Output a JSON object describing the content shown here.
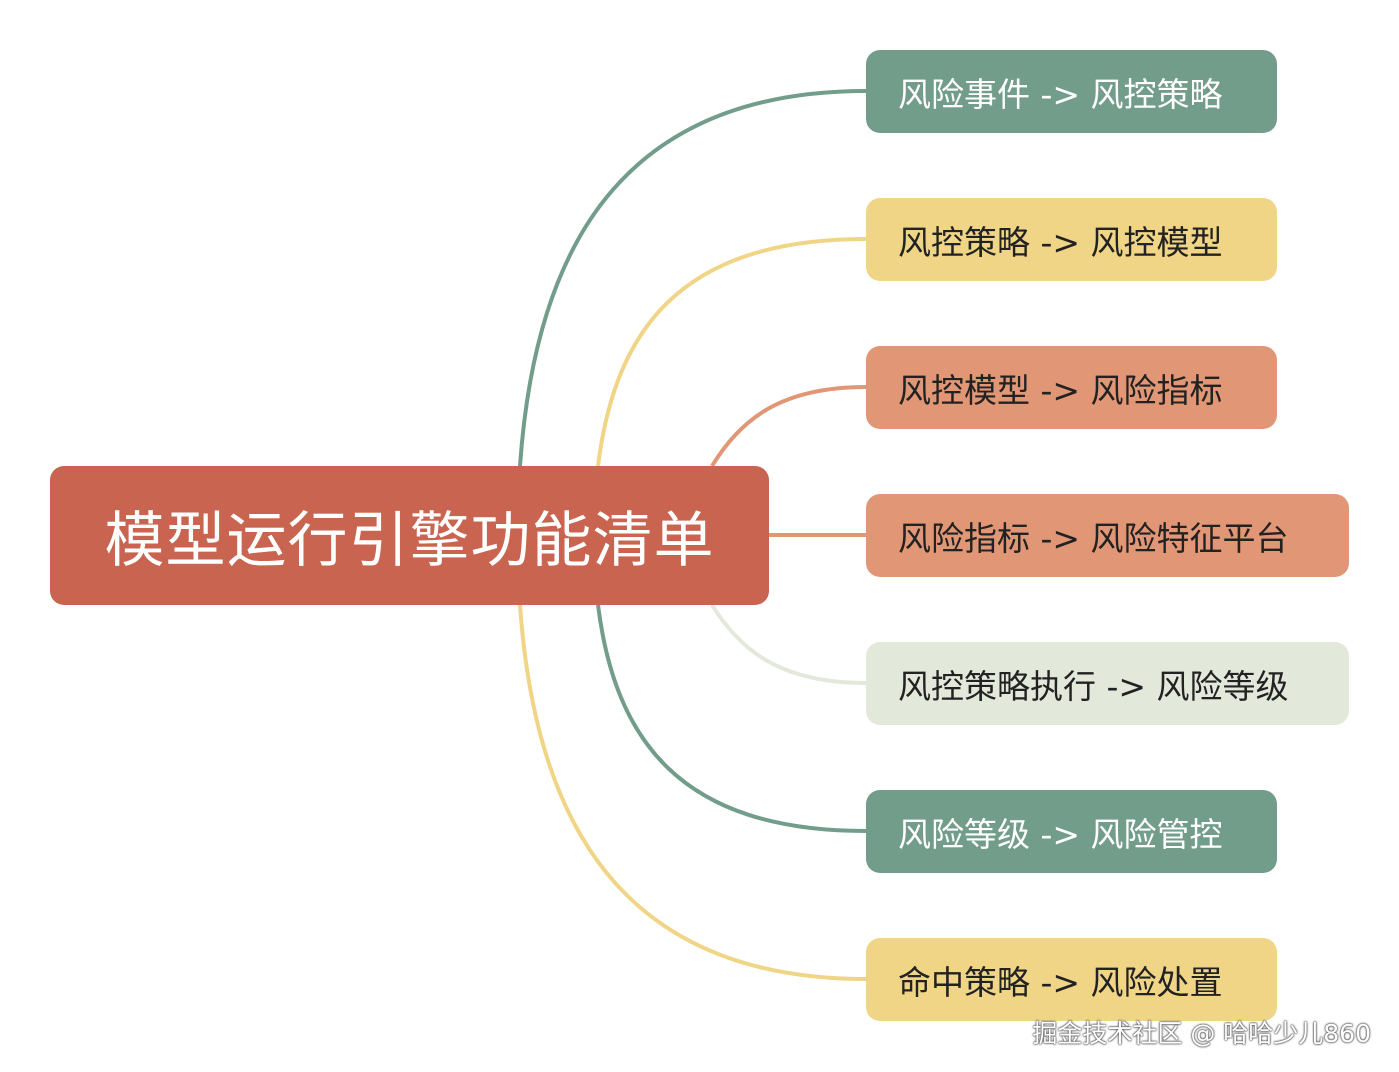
{
  "root": {
    "label": "模型运行引擎功能清单",
    "color": "#c8644f"
  },
  "branches": [
    {
      "label": "风险事件 -> 风控策略",
      "color": "#739d8b"
    },
    {
      "label": "风控策略 -> 风控模型",
      "color": "#f0d587"
    },
    {
      "label": "风控模型 -> 风险指标",
      "color": "#e19775"
    },
    {
      "label": "风险指标 -> 风险特征平台",
      "color": "#e19775"
    },
    {
      "label": "风控策略执行 -> 风险等级",
      "color": "#e2e9da"
    },
    {
      "label": "风险等级 -> 风险管控",
      "color": "#739d8b"
    },
    {
      "label": "命中策略 -> 风险处置",
      "color": "#f0d587"
    }
  ],
  "watermark": "掘金技术社区 @ 哈哈少儿860"
}
